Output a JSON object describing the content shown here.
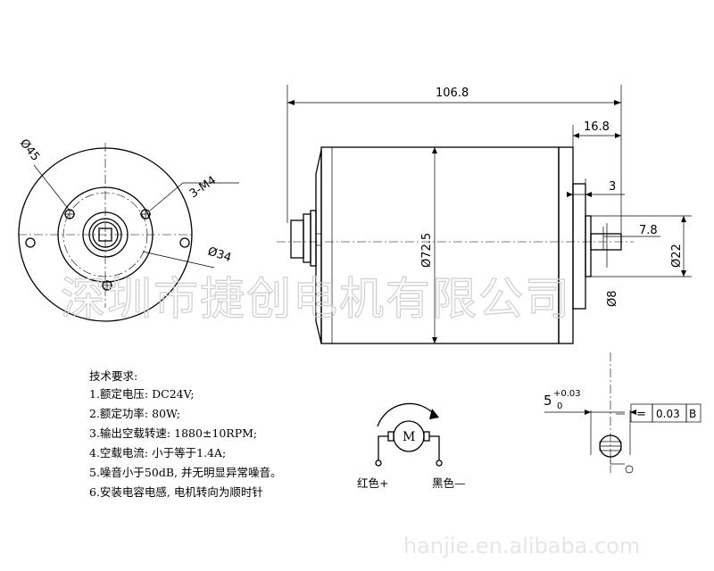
{
  "dimensions": {
    "overall_length": "106.8",
    "shaft_extension": "16.8",
    "shoulder_width": "3",
    "flat_length": "7.8",
    "boss_diameter": "Ø22",
    "shaft_diameter": "Ø8",
    "body_diameter": "Ø72.5",
    "flange_diameter": "Ø45",
    "bolt_circle": "Ø34",
    "mount_holes": "3-M4"
  },
  "tolerance": {
    "base": "5",
    "upper": "+0.03",
    "lower": "0",
    "frame_symbol": "=",
    "frame_value": "0.03",
    "frame_datum": "B"
  },
  "notes": {
    "title": "技术要求:",
    "items": [
      "1.额定电压: DC24V;",
      "2.额定功率: 80W;",
      "3.输出空载转速: 1880±10RPM;",
      "4.空载电流: 小于等于1.4A;",
      "5.噪音小于50dB, 并无明显异常噪音。",
      "6.安装电容电感, 电机转向为顺时针"
    ]
  },
  "wiring": {
    "motor_label": "M",
    "red_lead": "红色+",
    "black_lead": "黑色—"
  },
  "watermark": {
    "company": "深圳市捷创电机有限公司",
    "site": "hanjie.en.alibaba.com"
  }
}
